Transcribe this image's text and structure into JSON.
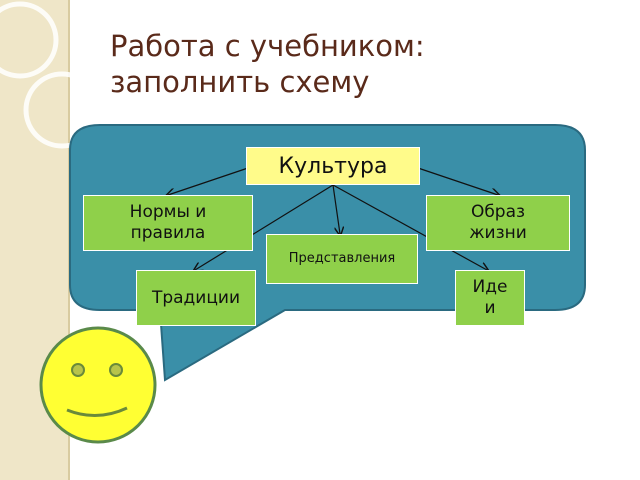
{
  "slide": {
    "title_line1": "Работа с учебником:",
    "title_line2": "заполнить схему"
  },
  "diagram": {
    "root": "Культура",
    "nodes": {
      "norms": "Нормы и правила",
      "lifestyle": "Образ жизни",
      "ideas_repr": "Представления",
      "traditions": "Традиции",
      "ideas": "Идеи"
    }
  },
  "colors": {
    "bubble": "#3a8fa8",
    "root_box": "#fffb8a",
    "child_box": "#8fd04a",
    "smiley": "#ffff33",
    "title": "#5a2a1a"
  }
}
